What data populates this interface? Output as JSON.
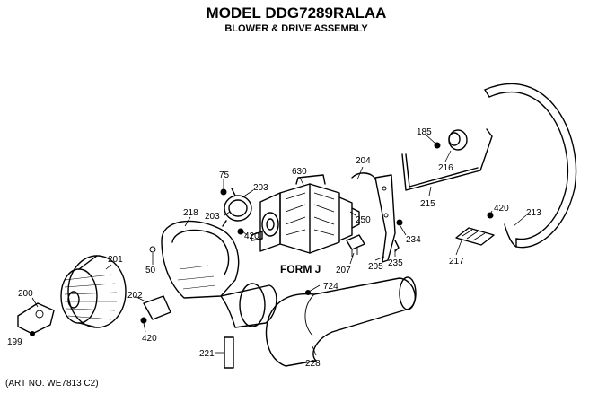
{
  "title": "MODEL DDG7289RALAA",
  "subtitle": "BLOWER & DRIVE ASSEMBLY",
  "art_no": "(ART NO. WE7813 C2)",
  "form_label": "FORM J",
  "part_labels": {
    "p75": "75",
    "p630": "630",
    "p203a": "203",
    "p203b": "203",
    "p420a": "420",
    "p204": "204",
    "p250": "250",
    "p185": "185",
    "p216": "216",
    "p215": "215",
    "p213": "213",
    "p420b": "420",
    "p217": "217",
    "p218": "218",
    "p50": "50",
    "p201": "201",
    "p200": "200",
    "p199": "199",
    "p202": "202",
    "p420c": "420",
    "p207": "207",
    "p205": "205",
    "p234": "234",
    "p235": "235",
    "p724": "724",
    "p221": "221",
    "p228": "228"
  }
}
